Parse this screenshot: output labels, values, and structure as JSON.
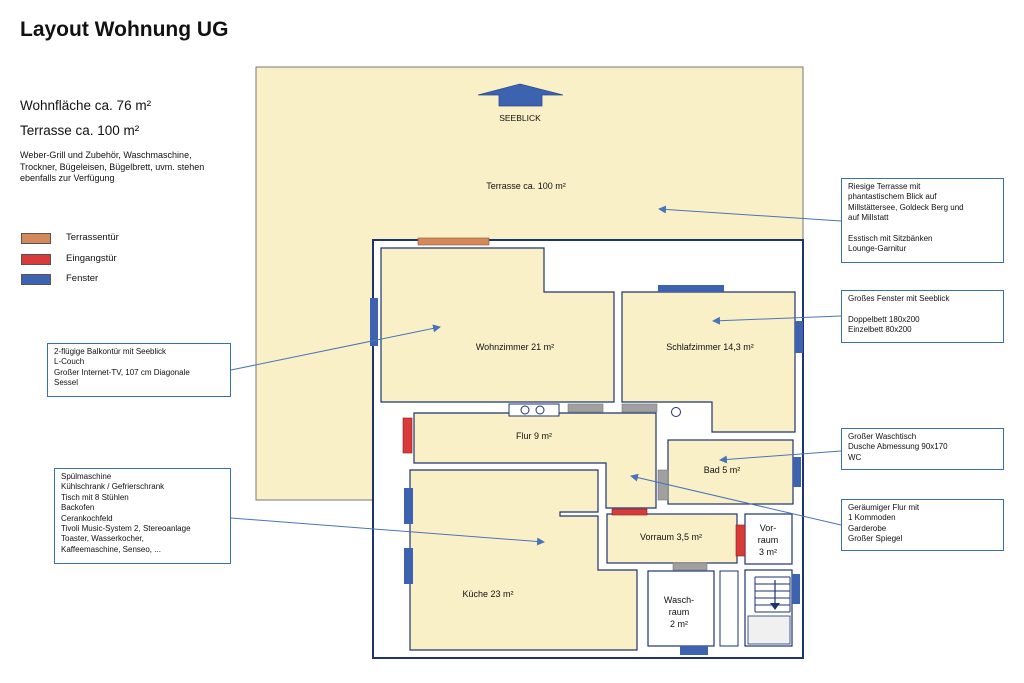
{
  "title": "Layout Wohnung UG",
  "info": {
    "area": "Wohnfläche ca. 76 m²",
    "terrace": "Terrasse ca. 100 m²",
    "amenities": "Weber-Grill und Zubehör, Waschmaschine, Trockner, Bügeleisen, Bügelbrett, uvm. stehen ebenfalls zur Verfügung"
  },
  "legend": [
    {
      "label": "Terrassentür",
      "color": "#d4895a"
    },
    {
      "label": "Eingangstür",
      "color": "#d93a3a"
    },
    {
      "label": "Fenster",
      "color": "#3d62b0"
    }
  ],
  "plan": {
    "seeblick": "SEEBLICK",
    "rooms": {
      "terrasse": "Terrasse ca. 100 m²",
      "wohnzimmer": "Wohnzimmer 21 m²",
      "schlafzimmer": "Schlafzimmer 14,3 m²",
      "flur": "Flur 9 m²",
      "bad": "Bad 5 m²",
      "kueche": "Küche 23 m²",
      "vorraum": "Vorraum 3,5 m²",
      "vorraum2_line1": "Vor-",
      "vorraum2_line2": "raum",
      "vorraum2_line3": "3 m²",
      "waschraum_line1": "Wasch-",
      "waschraum_line2": "raum",
      "waschraum_line3": "2 m²"
    }
  },
  "callouts": {
    "terrasse": [
      "Riesige Terrasse mit",
      "phantastischem Blick auf",
      "Millstättersee, Goldeck Berg und",
      "auf Millstatt",
      "",
      "Esstisch mit Sitzbänken",
      "Lounge-Garnitur"
    ],
    "schlafzimmer": [
      "Großes Fenster mit Seeblick",
      "",
      "Doppelbett 180x200",
      "Einzelbett 80x200"
    ],
    "wohnzimmer": [
      "2-flügige Balkontür mit Seeblick",
      "L-Couch",
      "Großer Internet-TV,  107 cm Diagonale",
      "Sessel"
    ],
    "bad": [
      "Großer Waschtisch",
      "Dusche Abmessung 90x170",
      "WC"
    ],
    "kueche": [
      "Spülmaschine",
      "Kühlschrank / Gefrierschrank",
      "Tisch mit 8 Stühlen",
      "Backofen",
      "Cerankochfeld",
      "Tivoli Music-System 2, Stereoanlage",
      "Toaster, Wasserkocher,",
      "Kaffeemaschine, Senseo, ..."
    ],
    "flur": [
      "Geräumiger Flur mit",
      "1 Kommoden",
      "Garderobe",
      "Großer Spiegel"
    ]
  },
  "colors": {
    "room_fill": "#faf0c8",
    "wall": "#1e3370",
    "window": "#3d62b0",
    "terrace_door": "#d4895a",
    "entry_door": "#d93a3a",
    "callout_border": "#3a6fb5",
    "arrow": "#4a74b8"
  }
}
